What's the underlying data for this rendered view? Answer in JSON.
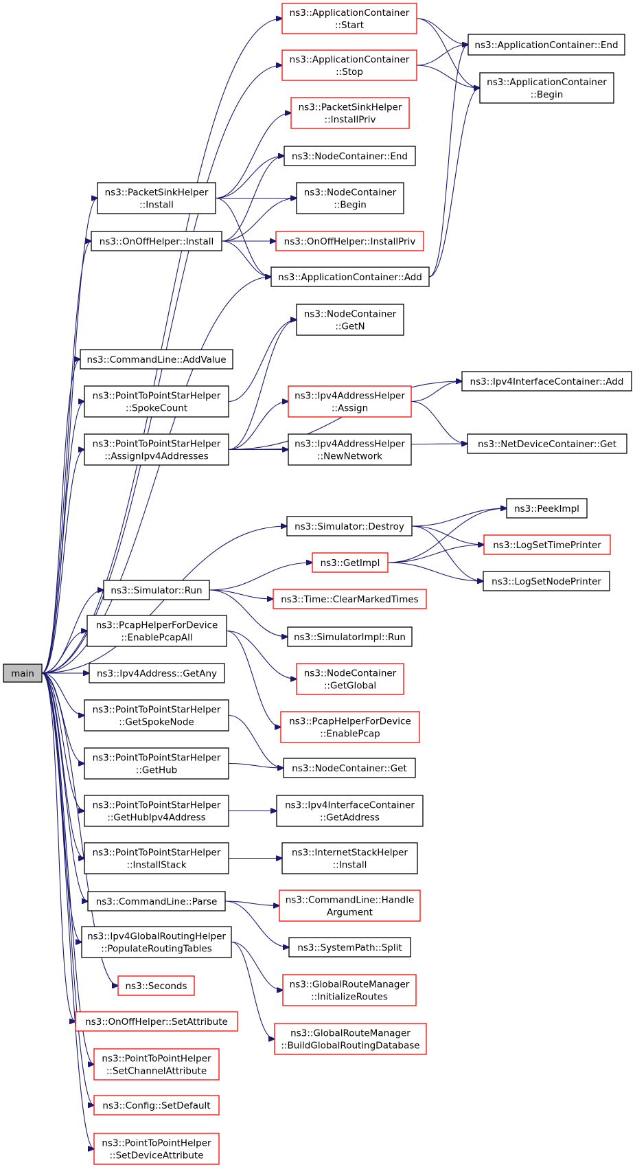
{
  "nodes": [
    {
      "id": "main",
      "lines": [
        "main"
      ],
      "red": false,
      "root": true
    },
    {
      "id": "appStart",
      "lines": [
        "ns3::ApplicationContainer",
        "::Start"
      ],
      "red": true
    },
    {
      "id": "appStop",
      "lines": [
        "ns3::ApplicationContainer",
        "::Stop"
      ],
      "red": true
    },
    {
      "id": "appEnd",
      "lines": [
        "ns3::ApplicationContainer::End"
      ],
      "red": false
    },
    {
      "id": "appBegin",
      "lines": [
        "ns3::ApplicationContainer",
        "::Begin"
      ],
      "red": false
    },
    {
      "id": "psInstallPriv",
      "lines": [
        "ns3::PacketSinkHelper",
        "::InstallPriv"
      ],
      "red": true
    },
    {
      "id": "ncEnd",
      "lines": [
        "ns3::NodeContainer::End"
      ],
      "red": false
    },
    {
      "id": "psInstall",
      "lines": [
        "ns3::PacketSinkHelper",
        "::Install"
      ],
      "red": false
    },
    {
      "id": "ncBegin",
      "lines": [
        "ns3::NodeContainer",
        "::Begin"
      ],
      "red": false
    },
    {
      "id": "ooInstall",
      "lines": [
        "ns3::OnOffHelper::Install"
      ],
      "red": false
    },
    {
      "id": "ooInstallPriv",
      "lines": [
        "ns3::OnOffHelper::InstallPriv"
      ],
      "red": true
    },
    {
      "id": "appAdd",
      "lines": [
        "ns3::ApplicationContainer::Add"
      ],
      "red": false
    },
    {
      "id": "ncGetN",
      "lines": [
        "ns3::NodeContainer",
        "::GetN"
      ],
      "red": false
    },
    {
      "id": "clAddValue",
      "lines": [
        "ns3::CommandLine::AddValue"
      ],
      "red": false
    },
    {
      "id": "ipv4icAdd",
      "lines": [
        "ns3::Ipv4InterfaceContainer::Add"
      ],
      "red": false
    },
    {
      "id": "p2psSpokeCount",
      "lines": [
        "ns3::PointToPointStarHelper",
        "::SpokeCount"
      ],
      "red": false
    },
    {
      "id": "ipv4ahAssign",
      "lines": [
        "ns3::Ipv4AddressHelper",
        "::Assign"
      ],
      "red": true
    },
    {
      "id": "p2psAssign",
      "lines": [
        "ns3::PointToPointStarHelper",
        "::AssignIpv4Addresses"
      ],
      "red": false
    },
    {
      "id": "ipv4ahNewNetwork",
      "lines": [
        "ns3::Ipv4AddressHelper",
        "::NewNetwork"
      ],
      "red": false
    },
    {
      "id": "ndcGet",
      "lines": [
        "ns3::NetDeviceContainer::Get"
      ],
      "red": false
    },
    {
      "id": "peekImpl",
      "lines": [
        "ns3::PeekImpl"
      ],
      "red": false
    },
    {
      "id": "simDestroy",
      "lines": [
        "ns3::Simulator::Destroy"
      ],
      "red": false
    },
    {
      "id": "logSetTimePrinter",
      "lines": [
        "ns3::LogSetTimePrinter"
      ],
      "red": true
    },
    {
      "id": "getImpl",
      "lines": [
        "ns3::GetImpl"
      ],
      "red": true
    },
    {
      "id": "logSetNodePrinter",
      "lines": [
        "ns3::LogSetNodePrinter"
      ],
      "red": false
    },
    {
      "id": "simRun",
      "lines": [
        "ns3::Simulator::Run"
      ],
      "red": false
    },
    {
      "id": "timeClear",
      "lines": [
        "ns3::Time::ClearMarkedTimes"
      ],
      "red": true
    },
    {
      "id": "pcapEnableAll",
      "lines": [
        "ns3::PcapHelperForDevice",
        "::EnablePcapAll"
      ],
      "red": false
    },
    {
      "id": "simImplRun",
      "lines": [
        "ns3::SimulatorImpl::Run"
      ],
      "red": false
    },
    {
      "id": "ipv4GetAny",
      "lines": [
        "ns3::Ipv4Address::GetAny"
      ],
      "red": false
    },
    {
      "id": "ncGetGlobal",
      "lines": [
        "ns3::NodeContainer",
        "::GetGlobal"
      ],
      "red": true
    },
    {
      "id": "p2psGetSpokeNode",
      "lines": [
        "ns3::PointToPointStarHelper",
        "::GetSpokeNode"
      ],
      "red": false
    },
    {
      "id": "pcapEnable",
      "lines": [
        "ns3::PcapHelperForDevice",
        "::EnablePcap"
      ],
      "red": true
    },
    {
      "id": "p2psGetHub",
      "lines": [
        "ns3::PointToPointStarHelper",
        "::GetHub"
      ],
      "red": false
    },
    {
      "id": "ncGet",
      "lines": [
        "ns3::NodeContainer::Get"
      ],
      "red": false
    },
    {
      "id": "p2psGetHubIpv4",
      "lines": [
        "ns3::PointToPointStarHelper",
        "::GetHubIpv4Address"
      ],
      "red": false
    },
    {
      "id": "ipv4icGetAddress",
      "lines": [
        "ns3::Ipv4InterfaceContainer",
        "::GetAddress"
      ],
      "red": false
    },
    {
      "id": "p2psInstallStack",
      "lines": [
        "ns3::PointToPointStarHelper",
        "::InstallStack"
      ],
      "red": false
    },
    {
      "id": "ishInstall",
      "lines": [
        "ns3::InternetStackHelper",
        "::Install"
      ],
      "red": false
    },
    {
      "id": "clParse",
      "lines": [
        "ns3::CommandLine::Parse"
      ],
      "red": false
    },
    {
      "id": "clHandleArg",
      "lines": [
        "ns3::CommandLine::Handle",
        "Argument"
      ],
      "red": true
    },
    {
      "id": "spSplit",
      "lines": [
        "ns3::SystemPath::Split"
      ],
      "red": false
    },
    {
      "id": "ipv4grhPopulate",
      "lines": [
        "ns3::Ipv4GlobalRoutingHelper",
        "::PopulateRoutingTables"
      ],
      "red": false
    },
    {
      "id": "grmInit",
      "lines": [
        "ns3::GlobalRouteManager",
        "::InitializeRoutes"
      ],
      "red": true
    },
    {
      "id": "seconds",
      "lines": [
        "ns3::Seconds"
      ],
      "red": true
    },
    {
      "id": "grmBuild",
      "lines": [
        "ns3::GlobalRouteManager",
        "::BuildGlobalRoutingDatabase"
      ],
      "red": true
    },
    {
      "id": "ooSetAttr",
      "lines": [
        "ns3::OnOffHelper::SetAttribute"
      ],
      "red": true
    },
    {
      "id": "p2pSetChannelAttr",
      "lines": [
        "ns3::PointToPointHelper",
        "::SetChannelAttribute"
      ],
      "red": true
    },
    {
      "id": "cfgSetDefault",
      "lines": [
        "ns3::Config::SetDefault"
      ],
      "red": true
    },
    {
      "id": "p2pSetDeviceAttr",
      "lines": [
        "ns3::PointToPointHelper",
        "::SetDeviceAttribute"
      ],
      "red": true
    }
  ],
  "edges": [
    [
      "main",
      "appStart"
    ],
    [
      "main",
      "appStop"
    ],
    [
      "main",
      "psInstall"
    ],
    [
      "main",
      "ooInstall"
    ],
    [
      "main",
      "appAdd"
    ],
    [
      "main",
      "clAddValue"
    ],
    [
      "main",
      "p2psSpokeCount"
    ],
    [
      "main",
      "p2psAssign"
    ],
    [
      "main",
      "simDestroy"
    ],
    [
      "main",
      "simRun"
    ],
    [
      "main",
      "pcapEnableAll"
    ],
    [
      "main",
      "ipv4GetAny"
    ],
    [
      "main",
      "p2psGetSpokeNode"
    ],
    [
      "main",
      "p2psGetHub"
    ],
    [
      "main",
      "p2psGetHubIpv4"
    ],
    [
      "main",
      "p2psInstallStack"
    ],
    [
      "main",
      "clParse"
    ],
    [
      "main",
      "ipv4grhPopulate"
    ],
    [
      "main",
      "seconds"
    ],
    [
      "main",
      "ooSetAttr"
    ],
    [
      "main",
      "p2pSetChannelAttr"
    ],
    [
      "main",
      "cfgSetDefault"
    ],
    [
      "main",
      "p2pSetDeviceAttr"
    ],
    [
      "appStart",
      "appEnd"
    ],
    [
      "appStart",
      "appBegin"
    ],
    [
      "appStop",
      "appEnd"
    ],
    [
      "appStop",
      "appBegin"
    ],
    [
      "psInstall",
      "psInstallPriv"
    ],
    [
      "psInstall",
      "ncEnd"
    ],
    [
      "psInstall",
      "ncBegin"
    ],
    [
      "psInstall",
      "appAdd"
    ],
    [
      "ooInstall",
      "ncEnd"
    ],
    [
      "ooInstall",
      "ncBegin"
    ],
    [
      "ooInstall",
      "ooInstallPriv"
    ],
    [
      "ooInstall",
      "appAdd"
    ],
    [
      "appAdd",
      "appEnd"
    ],
    [
      "appAdd",
      "appBegin"
    ],
    [
      "p2psSpokeCount",
      "ncGetN"
    ],
    [
      "p2psAssign",
      "ncGetN"
    ],
    [
      "p2psAssign",
      "ipv4icAdd"
    ],
    [
      "p2psAssign",
      "ipv4ahAssign"
    ],
    [
      "p2psAssign",
      "ipv4ahNewNetwork"
    ],
    [
      "p2psAssign",
      "ndcGet"
    ],
    [
      "ipv4ahAssign",
      "ipv4icAdd"
    ],
    [
      "ipv4ahAssign",
      "ndcGet"
    ],
    [
      "simDestroy",
      "peekImpl"
    ],
    [
      "simDestroy",
      "logSetTimePrinter"
    ],
    [
      "simDestroy",
      "logSetNodePrinter"
    ],
    [
      "getImpl",
      "peekImpl"
    ],
    [
      "getImpl",
      "logSetTimePrinter"
    ],
    [
      "getImpl",
      "logSetNodePrinter"
    ],
    [
      "simRun",
      "getImpl"
    ],
    [
      "simRun",
      "timeClear"
    ],
    [
      "simRun",
      "simImplRun"
    ],
    [
      "pcapEnableAll",
      "ncGetGlobal"
    ],
    [
      "pcapEnableAll",
      "pcapEnable"
    ],
    [
      "p2psGetSpokeNode",
      "ncGet"
    ],
    [
      "p2psGetHub",
      "ncGet"
    ],
    [
      "p2psGetHubIpv4",
      "ipv4icGetAddress"
    ],
    [
      "p2psInstallStack",
      "ishInstall"
    ],
    [
      "clParse",
      "clHandleArg"
    ],
    [
      "clParse",
      "spSplit"
    ],
    [
      "ipv4grhPopulate",
      "grmInit"
    ],
    [
      "ipv4grhPopulate",
      "grmBuild"
    ]
  ]
}
